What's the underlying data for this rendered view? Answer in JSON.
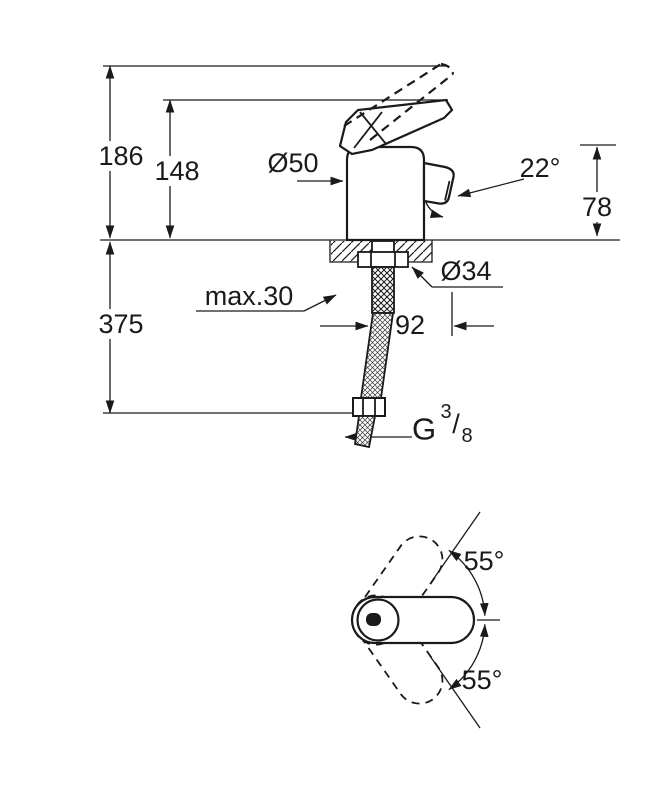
{
  "ink_color": "#1a1a1a",
  "side_view": {
    "dim_total_height": "186",
    "dim_handle_height": "148",
    "dim_body_diameter": "Ø50",
    "dim_spout_angle": "22°",
    "dim_spout_height": "78",
    "dim_counter_thickness": "max.30",
    "dim_hole_diameter": "Ø34",
    "dim_below_counter": "375",
    "dim_hose_offset": "92",
    "thread": {
      "prefix": "G",
      "numerator": "3",
      "slash": "/",
      "denominator": "8"
    }
  },
  "top_view": {
    "dim_swivel_upper": "55°",
    "dim_swivel_lower": "55°"
  }
}
